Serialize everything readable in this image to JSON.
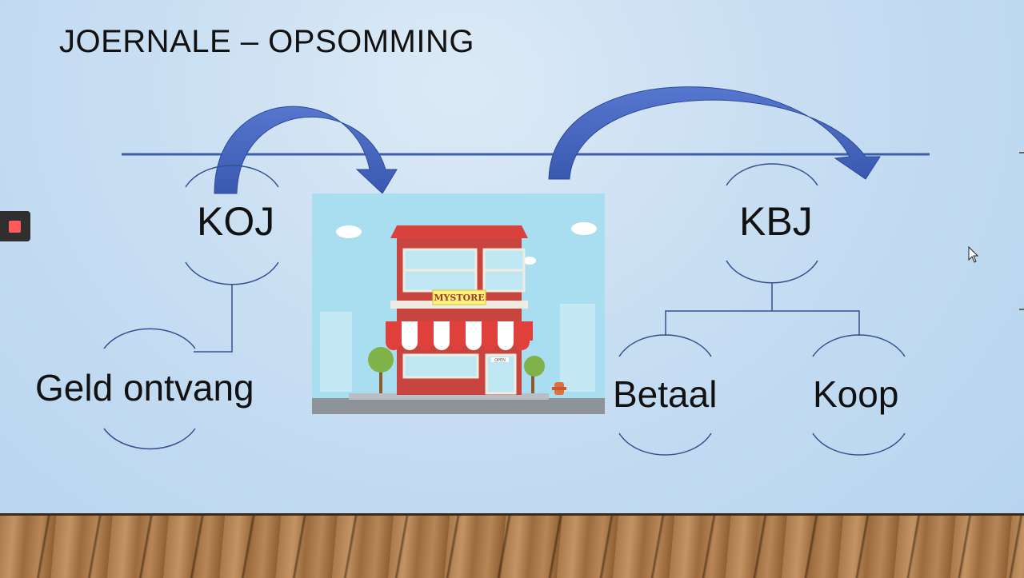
{
  "slide": {
    "title": "JOERNALE – OPSOMMING"
  },
  "nodes": {
    "koj": "KOJ",
    "kbj": "KBJ",
    "geld_ontvang": "Geld ontvang",
    "betaal": "Betaal",
    "koop": "Koop"
  },
  "store": {
    "sign": "MYSTORE",
    "door_sign": "OPEN"
  },
  "colors": {
    "line": "#3e5ea8",
    "arrow": "#4a6bc7",
    "arrow_dark": "#2e4a9a",
    "bracket": "#35508f",
    "sky": "#a9ddf0",
    "awning_red": "#e0403b",
    "building": "#c8453f"
  },
  "icons": {
    "record": "record-stop-icon",
    "cursor": "mouse-pointer-icon"
  }
}
